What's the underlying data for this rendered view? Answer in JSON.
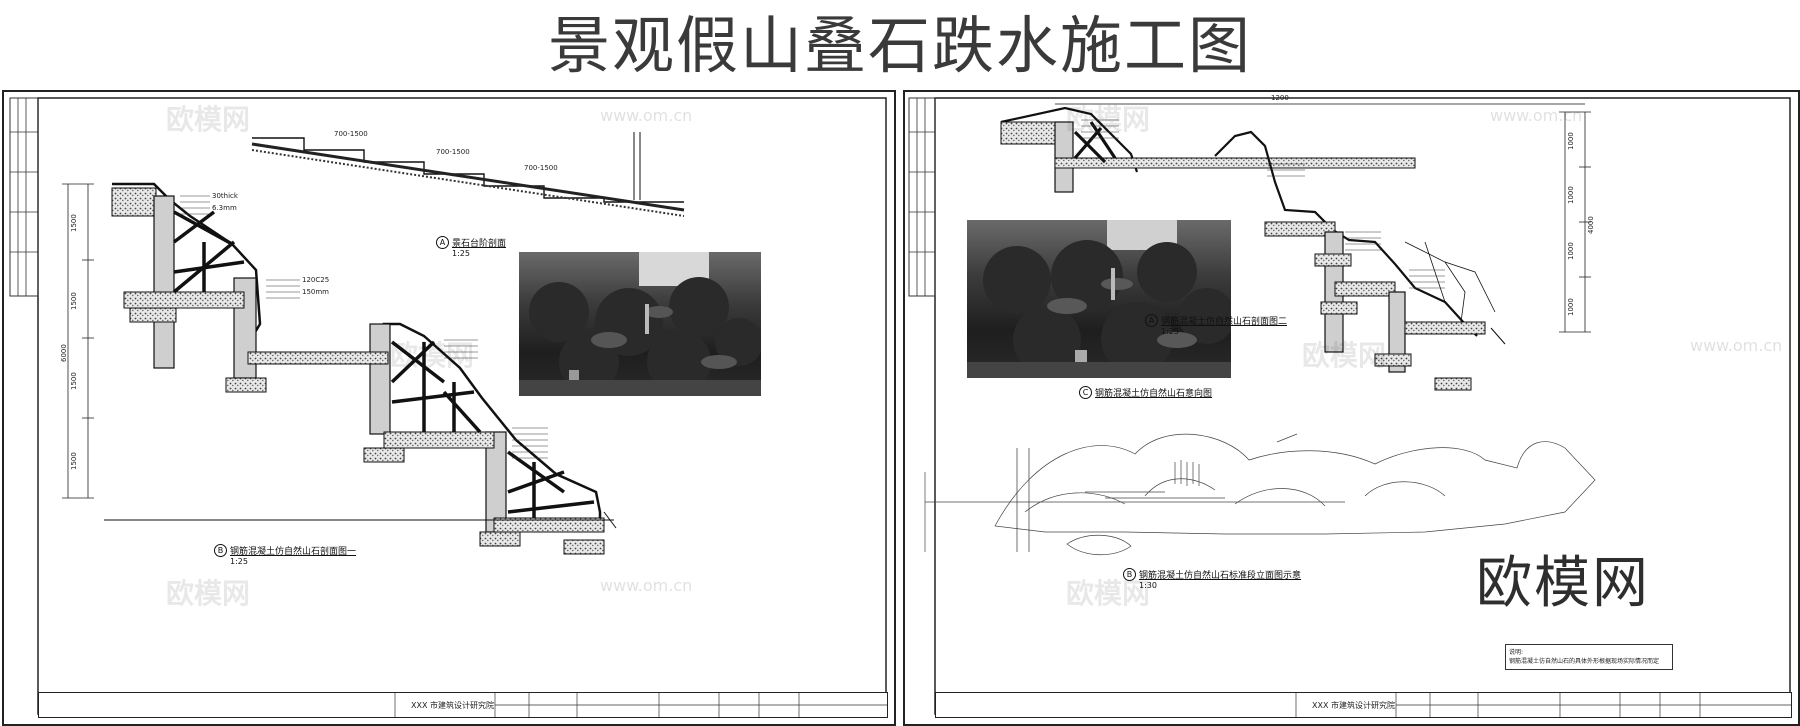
{
  "page": {
    "title": "景观假山叠石跌水施工图",
    "watermark_text": "欧模网",
    "watermark_url": "www.om.cn",
    "watermark_big": "欧模网"
  },
  "left_sheet": {
    "caption_a": {
      "letter": "A",
      "title": "景石台阶剖面",
      "scale": "1:25"
    },
    "caption_b": {
      "letter": "B",
      "title": "钢筋混凝土仿自然山石剖面图一",
      "scale": "1:25"
    },
    "dims_vertical": [
      "1500",
      "1500",
      "1500",
      "1500"
    ],
    "dim_total": "6000",
    "dims_step": [
      "700-1500",
      "700-1500",
      "700-1500"
    ],
    "layer_notes": [
      "30thick",
      "6.3mm",
      "120C25",
      "150mm"
    ],
    "title_block": {
      "institute": "XXX 市建筑设计研究院"
    }
  },
  "right_sheet": {
    "caption_a": {
      "letter": "A",
      "title": "钢筋混凝土仿自然山石剖面图二",
      "scale": "1:25"
    },
    "caption_c": {
      "letter": "C",
      "title": "钢筋混凝土仿自然山石意向图"
    },
    "caption_b": {
      "letter": "B",
      "title": "钢筋混凝土仿自然山石标准段立面图示意",
      "scale": "1:30"
    },
    "dim_top": "1200",
    "dims_vertical": [
      "1000",
      "1000",
      "1000",
      "1000"
    ],
    "dim_total": "4000",
    "note": {
      "label": "说明:",
      "text": "钢筋混凝土仿自然山石的具体外形根据现场实际情况而定"
    },
    "title_block": {
      "institute": "XXX 市建筑设计研究院"
    }
  }
}
